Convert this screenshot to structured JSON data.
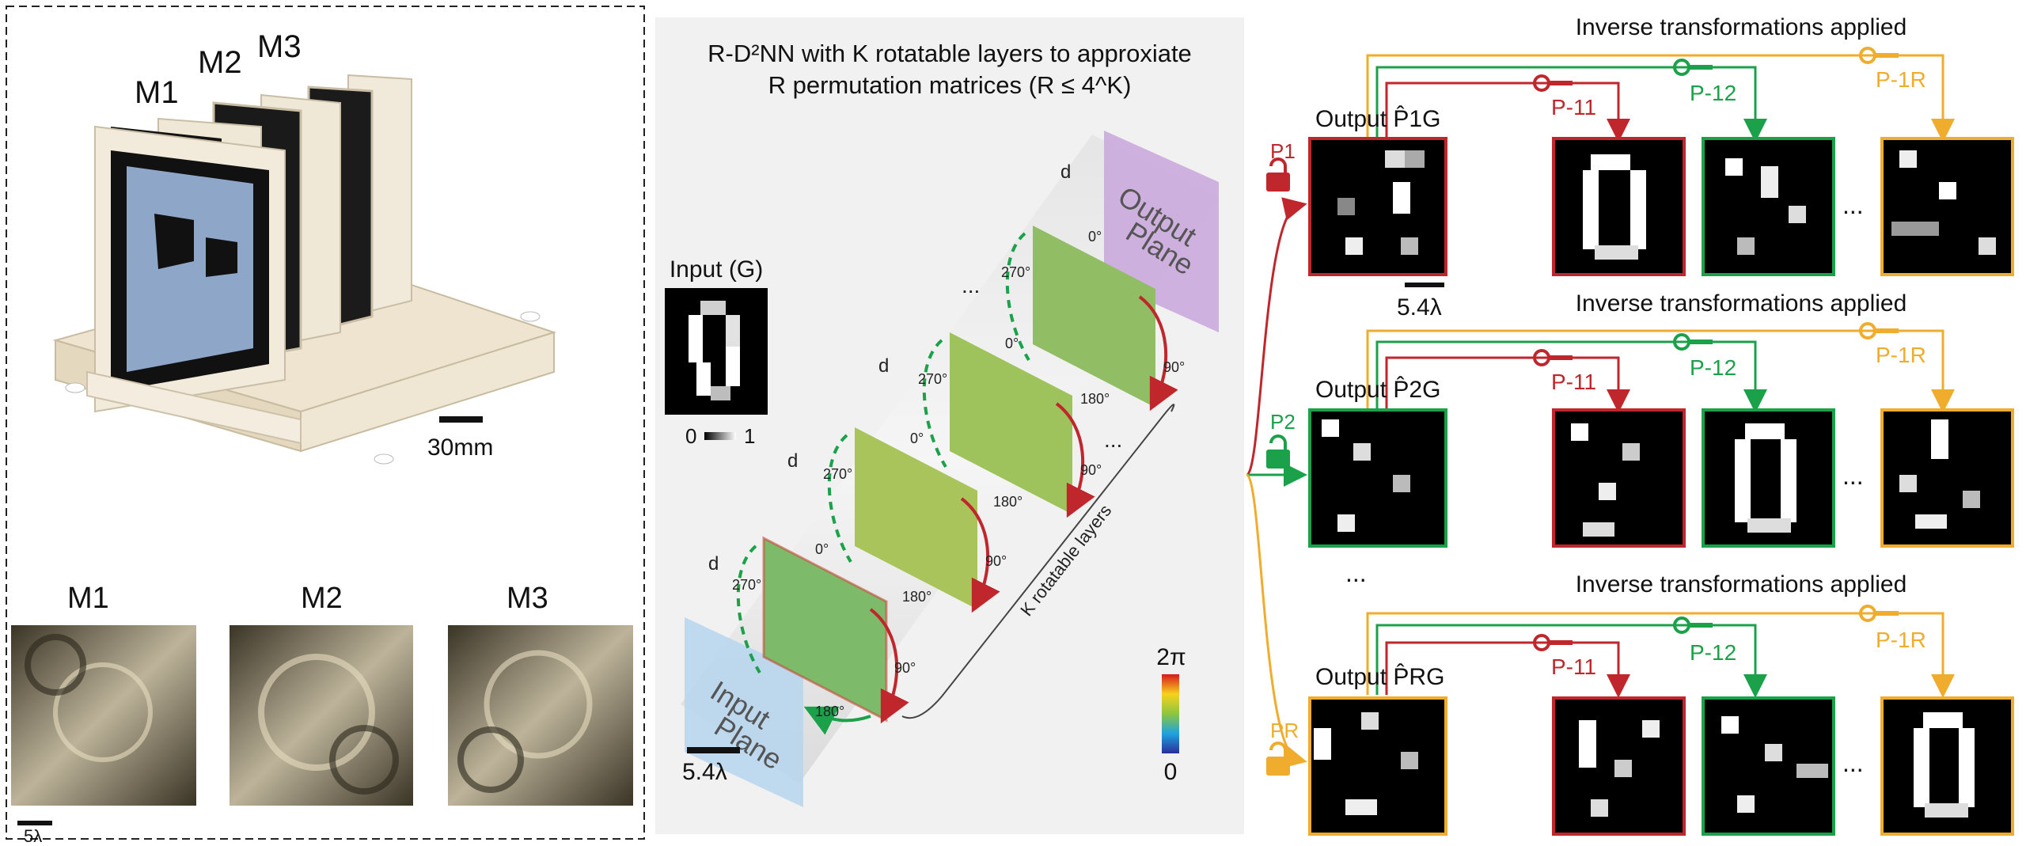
{
  "left_panel": {
    "module_labels": [
      "M1",
      "M2",
      "M3"
    ],
    "scale_bar_device": "30mm",
    "micro_titles": [
      "M1",
      "M2",
      "M3"
    ],
    "scale_bar_micro": "5λ"
  },
  "center_panel": {
    "title_line1": "R-D²NN with K rotatable layers to approxiate",
    "title_line2": "R permutation matrices (R ≤ 4^K)",
    "input_title": "Input (G)",
    "colorbar_min": "0",
    "colorbar_max": "1",
    "output_plane_label": [
      "Output",
      "Plane"
    ],
    "input_plane_label": [
      "Input",
      "Plane"
    ],
    "layers_brace_label": "K rotatable layers",
    "distance_label": "d",
    "angle_labels": [
      "0°",
      "90°",
      "180°",
      "270°"
    ],
    "ellipsis": "...",
    "scale_bar": "5.4λ",
    "phase_colorbar_max": "2π",
    "phase_colorbar_min": "0"
  },
  "right_panel": {
    "rows": [
      {
        "key_label": "P1",
        "output_label": "Output P̂1G",
        "inverse_title": "Inverse transformations applied",
        "inverse_keys": [
          "P-11",
          "P-12",
          "P-1R"
        ],
        "scale_bar": "5.4λ"
      },
      {
        "key_label": "P2",
        "output_label": "Output P̂2G",
        "inverse_title": "Inverse transformations applied",
        "inverse_keys": [
          "P-11",
          "P-12",
          "P-1R"
        ]
      },
      {
        "key_label": "PR",
        "output_label": "Output P̂RG",
        "inverse_title": "Inverse transformations applied",
        "inverse_keys": [
          "P-11",
          "P-12",
          "P-1R"
        ]
      }
    ],
    "row_ellipsis": "...",
    "col_ellipsis": "..."
  },
  "colors": {
    "red": "#c0272d",
    "green": "#1aa14a",
    "orange": "#f0ac2c",
    "purple_plane": "#c9a6dd",
    "blue_plane": "#b6d5ee",
    "gray_bg": "#f1f1f1"
  }
}
